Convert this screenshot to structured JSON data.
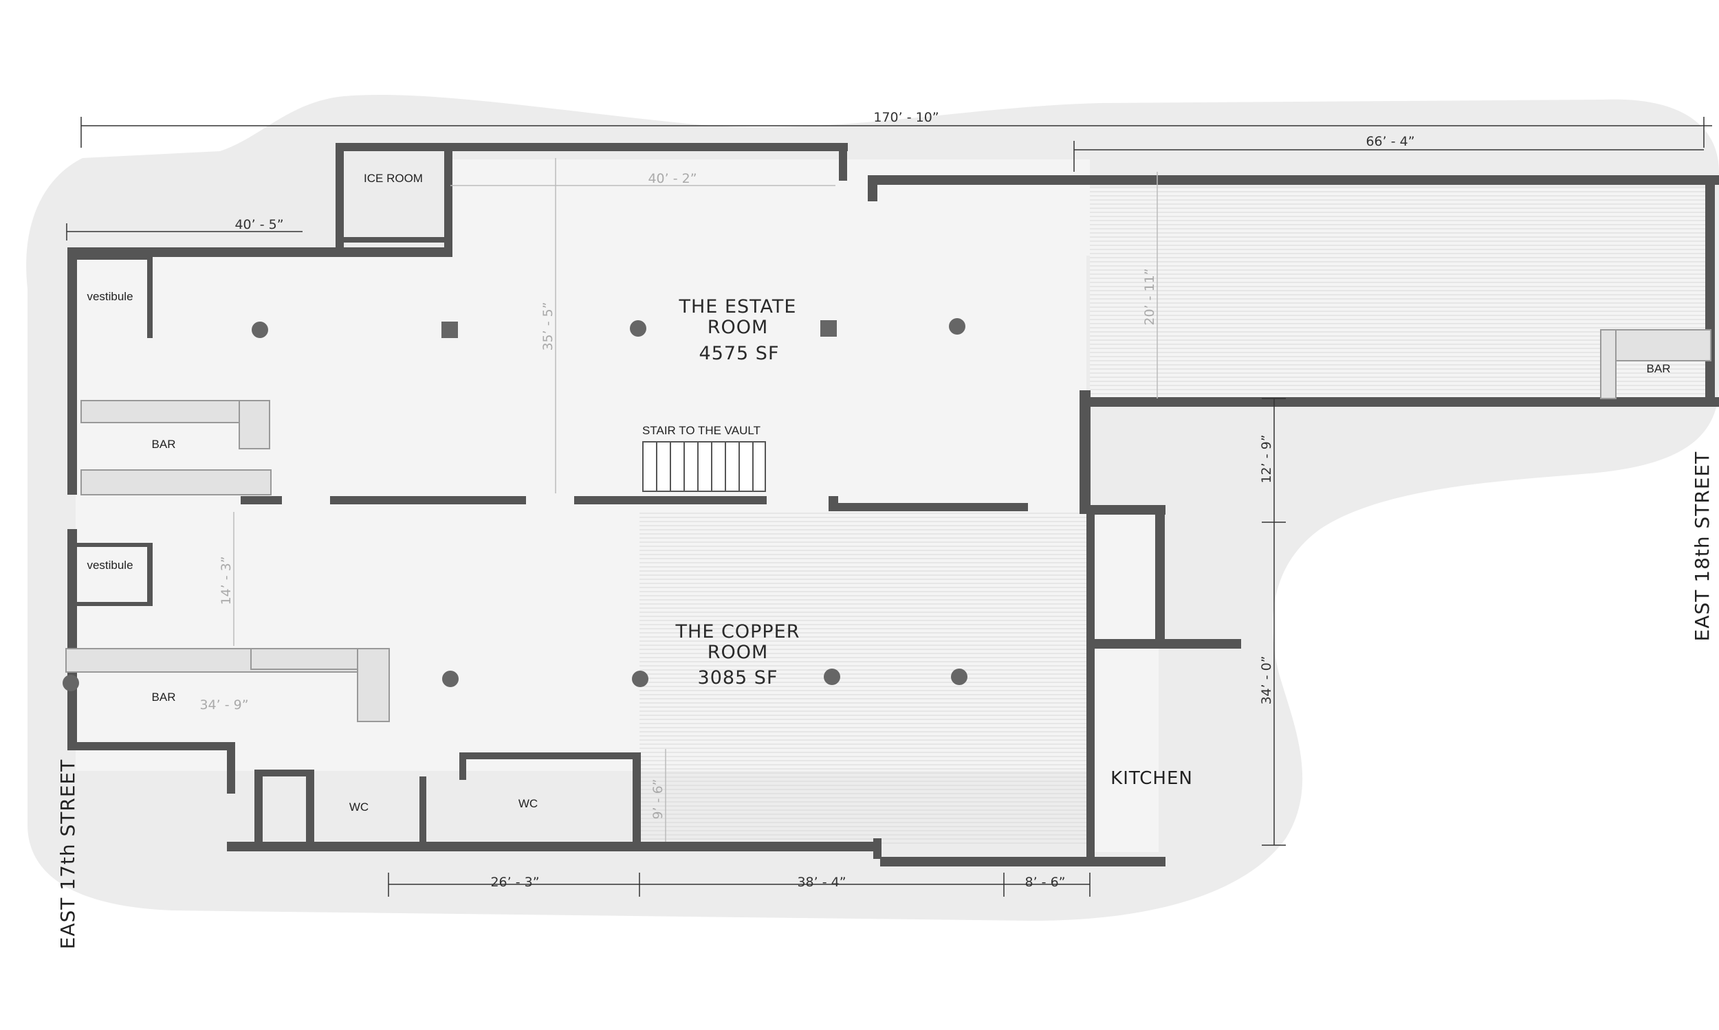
{
  "rooms": {
    "estate": {
      "line1": "THE ESTATE",
      "line2": "ROOM",
      "area": "4575 SF"
    },
    "copper": {
      "line1": "THE COPPER",
      "line2": "ROOM",
      "area": "3085 SF"
    }
  },
  "labels": {
    "ice_room": "ICE ROOM",
    "vestibule_top": "vestibule",
    "vestibule_bottom": "vestibule",
    "bar_left_top": "BAR",
    "bar_left_bottom": "BAR",
    "bar_right": "BAR",
    "stair": "STAIR TO THE VAULT",
    "wc_left": "WC",
    "wc_right": "WC",
    "kitchen": "KITCHEN"
  },
  "dimensions": {
    "overall_width": "170’ - 10”",
    "right_wing": "66’ - 4”",
    "left_top": "40’ - 5”",
    "estate_width": "40’ - 2”",
    "estate_depth": "35’ - 5”",
    "right_wing_depth": "20’ - 11”",
    "right_side_upper": "12’ - 9”",
    "right_side_lower": "34’ - 0”",
    "left_gap": "14’ - 3”",
    "bar_length": "34’ - 9”",
    "copper_small": "9’ - 6”",
    "bottom_left": "26’ - 3”",
    "bottom_mid": "38’ - 4”",
    "bottom_right": "8’ - 6”"
  },
  "streets": {
    "left": "EAST 17th STREET",
    "right": "EAST 18th STREET"
  },
  "colors": {
    "wall": "#555555",
    "blob": "#ececec",
    "floor": "#f4f4f4",
    "line": "#333333"
  }
}
